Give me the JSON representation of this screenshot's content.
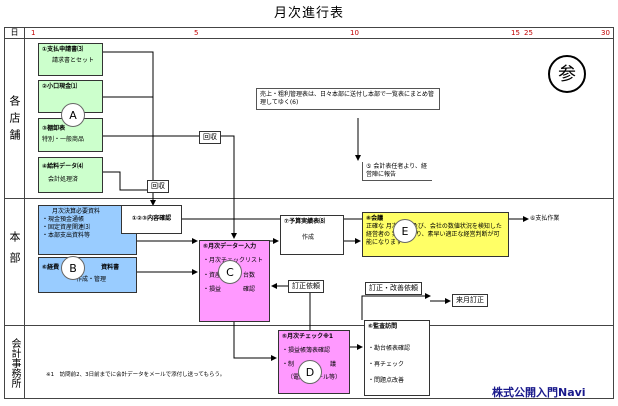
{
  "title": "月次進行表",
  "header": {
    "corner": "日",
    "days": [
      "1",
      "5",
      "10",
      "15",
      "25",
      "30"
    ]
  },
  "rows": {
    "stores": "各店舗",
    "hq": "本部",
    "accounting": "会計事務所"
  },
  "stores": {
    "box1": {
      "title": "①支払申請書⑶",
      "sub": "請求書とセット"
    },
    "box2": {
      "title": "②小口現金⑴"
    },
    "box3": {
      "title": "③棚卸表",
      "sub": "特別・一般商品"
    },
    "box4": {
      "title": "④給料データ⑷",
      "sub": "会計処理済"
    },
    "note": "売上・粗利管理表は、日々本部に送付し本部で一覧表にまとめ管理してゆく(6)",
    "report": {
      "num": "⑤",
      "text": "会計表任者より、経営陣に報告"
    }
  },
  "hq": {
    "docs": [
      "月次決算必要資料",
      "・現金預金通帳",
      "・固定資産関連⑶",
      "・本部支出資料等"
    ],
    "box_b": {
      "title": "⑥経費",
      "title2": "資料書",
      "sub": "作成・管理"
    },
    "check": "①②③内容確認",
    "payment": "⑥支払作業",
    "entry": {
      "title": "⑤月次データー入力",
      "items": [
        "・月次チェックリスト",
        "・資産",
        "・損益"
      ],
      "extra": "台数",
      "extra2": "確認"
    },
    "budget": {
      "title": "⑦予算実績表⑻",
      "sub": "作成"
    },
    "meeting": {
      "title": "⑧会議",
      "text": "正確な 月次 決算及び、会社の数値状況を検知した経営者の 判断により、素早い適正な経営判断が可能になります"
    }
  },
  "acct": {
    "check": {
      "title": "⑤月次チェック※1",
      "items": [
        "・損益帳簿表確認",
        "・制"
      ],
      "extra": "議",
      "sub": "（電話・メール等）"
    },
    "audit": {
      "title": "⑥監査訪問",
      "items": [
        "・勘台帳表確認",
        "・再チェック",
        "・問題点改善"
      ]
    },
    "footnote": "※1　訪問前2、3日前までに会計データをメールで添付し送ってもらう。"
  },
  "tags": {
    "collect1": "回収",
    "collect2": "回収",
    "correction_req": "訂正依頼",
    "correction_req2": "訂正・改善依頼",
    "next_month": "来月訂正"
  },
  "circles": {
    "a": "A",
    "b": "B",
    "c": "C",
    "d": "D",
    "e": "E"
  },
  "badge": "参",
  "brand": "株式公開入門Navi"
}
